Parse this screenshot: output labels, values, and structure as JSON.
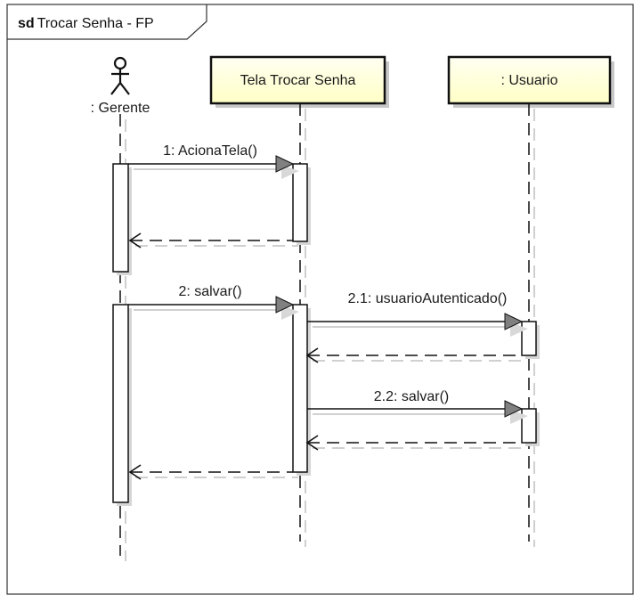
{
  "frame": {
    "keyword": "sd",
    "title": "Trocar Senha - FP"
  },
  "actor": {
    "name": ": Gerente"
  },
  "lifelines": [
    {
      "name": "Tela Trocar Senha"
    },
    {
      "name": ": Usuario"
    }
  ],
  "messages": [
    {
      "label": "1: AcionaTela()"
    },
    {
      "label": "2: salvar()"
    },
    {
      "label": "2.1: usuarioAutenticado()"
    },
    {
      "label": "2.2: salvar()"
    }
  ],
  "colors": {
    "lifeline_box_fill": "#ffffcc",
    "lifeline_box_border": "#111111",
    "arrow_head": "#808080",
    "shadow": "#d0d0d0"
  }
}
